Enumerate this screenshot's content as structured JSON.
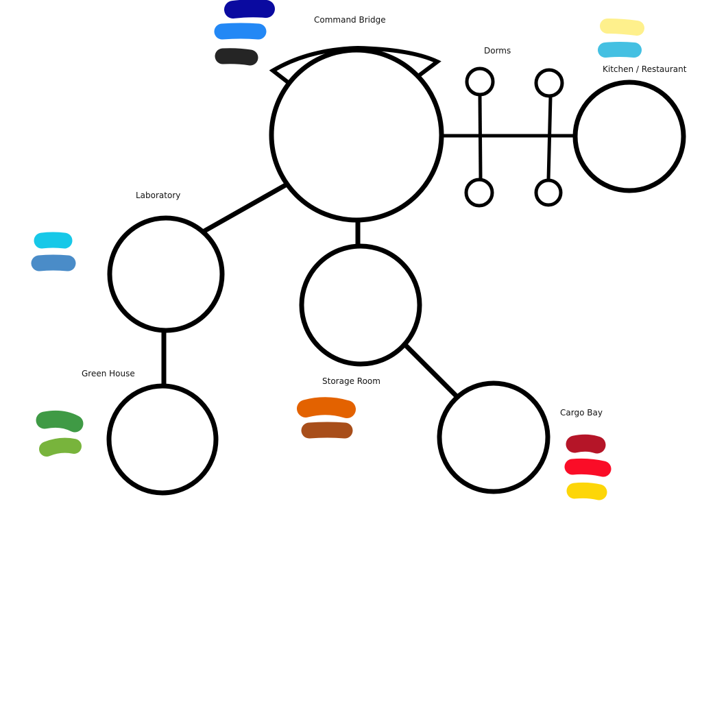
{
  "diagram": {
    "rooms": {
      "command_bridge": {
        "label": "Command Bridge"
      },
      "dorms": {
        "label": "Dorms"
      },
      "kitchen": {
        "label": "Kitchen / Restaurant"
      },
      "laboratory": {
        "label": "Laboratory"
      },
      "storage": {
        "label": "Storage Room"
      },
      "greenhouse": {
        "label": "Green House"
      },
      "cargo": {
        "label": "Cargo Bay"
      }
    },
    "palettes": {
      "command_bridge": [
        "#0a0aa0",
        "#2388f5",
        "#252525"
      ],
      "kitchen": [
        "#fef08c",
        "#44c0e2"
      ],
      "laboratory": [
        "#17c8e8",
        "#4a8cc8"
      ],
      "greenhouse": [
        "#3f9a45",
        "#78b43c"
      ],
      "storage": [
        "#e36200",
        "#a84e1a"
      ],
      "cargo": [
        "#b51528",
        "#fa0d27",
        "#fdd608"
      ]
    }
  }
}
